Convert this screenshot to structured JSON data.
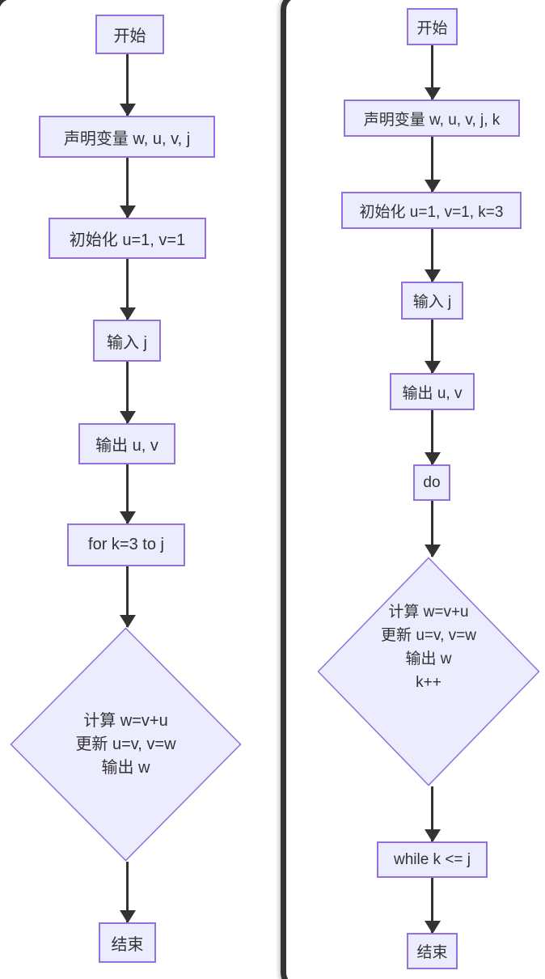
{
  "colors": {
    "background": "#ffffff",
    "node_fill": "#ECECFF",
    "node_border": "#9370DB",
    "arrow": "#333333",
    "text": "#333333",
    "frame_border": "#333333"
  },
  "left_flow": {
    "description": "for-loop version flowchart",
    "nodes": [
      {
        "label": "开始"
      },
      {
        "label": "声明变量 w, u, v, j"
      },
      {
        "label": "初始化 u=1, v=1"
      },
      {
        "label": "输入 j"
      },
      {
        "label": "输出 u, v"
      },
      {
        "label": "for k=3 to j"
      },
      {
        "lines": [
          "计算 w=v+u",
          "更新 u=v, v=w",
          "输出 w"
        ]
      },
      {
        "label": "结束"
      }
    ]
  },
  "right_flow": {
    "description": "do-while version flowchart",
    "nodes": [
      {
        "label": "开始"
      },
      {
        "label": "声明变量 w, u, v, j, k"
      },
      {
        "label": "初始化 u=1, v=1, k=3"
      },
      {
        "label": "输入 j"
      },
      {
        "label": "输出 u, v"
      },
      {
        "label": "do"
      },
      {
        "lines": [
          "计算 w=v+u",
          "更新 u=v, v=w",
          "输出 w",
          "k++"
        ]
      },
      {
        "label": "while k <= j"
      },
      {
        "label": "结束"
      }
    ]
  }
}
